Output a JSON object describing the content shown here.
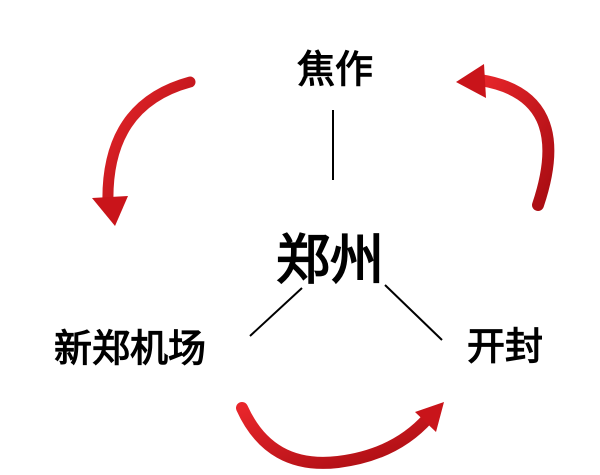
{
  "nodes": {
    "top": "焦作",
    "center": "郑州",
    "left": "新郑机场",
    "right": "开封"
  },
  "colors": {
    "arrow": "#d0141a",
    "arrow_dark": "#8a0a0e",
    "line": "#000000",
    "text": "#000000"
  }
}
